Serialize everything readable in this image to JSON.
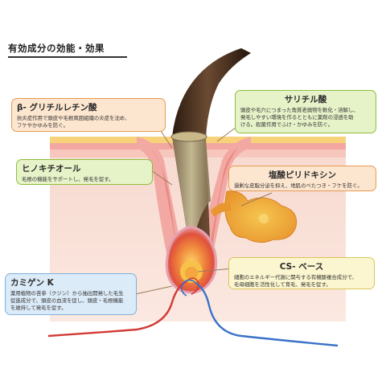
{
  "title": "有効成分の効能・効果",
  "callouts": {
    "glycyrrhetin": {
      "title": "β- グリチルレチン酸",
      "desc_lines": [
        "抗炎症作用で頭皮や毛根周囲組織の炎症を沈め、",
        "フケやかゆみを防ぐ。"
      ],
      "color": "#fde6cf"
    },
    "salicylic": {
      "title": "サリチル酸",
      "desc_lines": [
        "頭皮や毛穴につまった角質老廃物を軟化・溶解し、",
        "発毛しやすい環境を作るとともに薬剤の浸透を助",
        "ける。殺菌作用でふけ・かゆみを防ぐ。"
      ],
      "color": "#e6f2c8"
    },
    "hinokitiol": {
      "title": "ヒノキチオール",
      "desc_lines": [
        "毛根の機能をサポートし、発毛を促す。"
      ],
      "color": "#e6f2c8"
    },
    "pyridoxine": {
      "title": "塩酸ピリドキシン",
      "desc_lines": [
        "過剰な皮脂分泌を抑え、地肌のべたつき・フケを防ぐ。"
      ],
      "color": "#fde6cf"
    },
    "cs_base": {
      "title": "CS- ベース",
      "desc_lines": [
        "細胞のエネルギー代謝に関与する有機酸複合成分で、",
        "毛母細胞を活性化して育毛、発毛を促す。"
      ],
      "color": "#fbf6cf"
    },
    "karpronium": {
      "title": "カミゲン K",
      "desc_lines": [
        "薬用植物の苦参（クジン）から抽出開発した毛生",
        "促進成分で、頭皮の血流を促し、頭皮・毛根機能",
        "を維持して発毛を促す。"
      ],
      "color": "#dcebf8"
    }
  }
}
